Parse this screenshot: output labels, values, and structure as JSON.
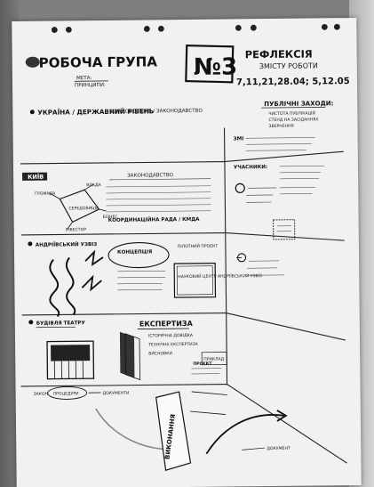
{
  "header": {
    "left_title": "РОБОЧА ГРУПА",
    "left_sub1": "МЕТА:",
    "left_sub2": "ПРИНЦИПИ:",
    "number": "№3",
    "right_title": "РЕФЛЕКСІЯ",
    "right_sub": "ЗМІСТУ РОБОТИ",
    "right_dates": "7,11,21,28.04; 5,12.05"
  },
  "sections": {
    "ukraine": {
      "title": "УКРАЇНА / ДЕРЖАВНИЙ РІВЕНЬ",
      "note": "ВЛАДОВЕ ПОЛЕ / ЗАКОНОДАВСТВО"
    },
    "right_panel": {
      "title": "ПУБЛІЧНІ ЗАХОДИ:",
      "items": [
        "ЧИСТОТА ПУБЛІКАЦІЙ",
        "СТЕНД НА ЗАСІДАННЯХ",
        "ЗВЕРНЕННЯ"
      ],
      "mediа_label": "ЗМІ",
      "actors_label": "УЧАСНИКИ:"
    },
    "kyiv": {
      "title": "КИЇВ",
      "heading": "ЗАКОНОДАВСТВО",
      "nodes": [
        "ГРОМАДА",
        "ВЛАДА",
        "ІНВЕСТОР",
        "БІЗНЕС"
      ],
      "center": "СЕРЕДОВИЩЕ",
      "bottom": "КООРДИНАЦІЙНА РАДА / КМДА"
    },
    "andriivskyi": {
      "title": "АНДРІЇВСЬКИЙ УЗВІЗ",
      "concept": "КОНЦЕПЦІЯ",
      "project": "ПІЛОТНИЙ ПРОЕКТ",
      "box": "НАУКОВИЙ ЦЕНТР АНДРІЇВСЬКИЙ УЗВІЗ"
    },
    "building": {
      "title": "БУДІВЛЯ ТЕАТРУ",
      "heading": "ЕКСПЕРТИЗА",
      "items": [
        "ІСТОРИЧНА ДОВІДКА",
        "ТЕХНІЧНА ЕКСПЕРТИЗА",
        "ВИСНОВКИ"
      ],
      "side": "ПРОЕКТ",
      "flow_left": "ЗАКОН",
      "flow_mid": "ПРОЦЕДУРИ",
      "flow_right": "ДОКУМЕНТИ"
    },
    "stamps": [
      "ПРИКЛАД",
      "ДОКУМЕНТ"
    ],
    "rotated_box": "ВИКОНАННЯ"
  }
}
